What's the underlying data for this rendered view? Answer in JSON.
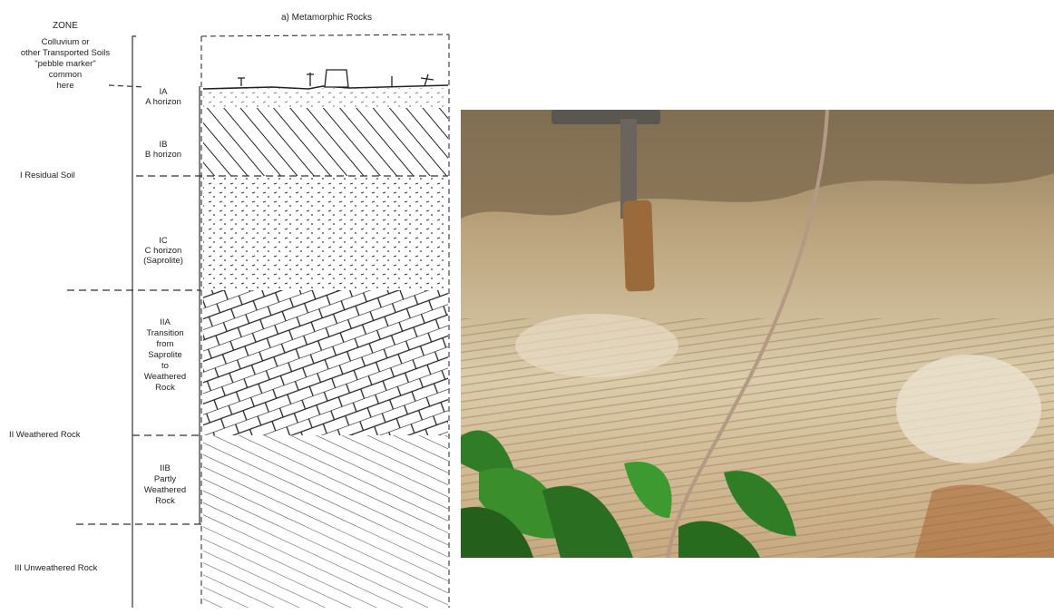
{
  "diagram": {
    "heading": "a) Metamorphic Rocks",
    "zone_header": "ZONE",
    "colluvium_note": [
      "Colluvium or",
      "other Transported Soils",
      "\"pebble marker\"",
      "common",
      "here"
    ],
    "zones": {
      "residual": "I Residual Soil",
      "weathered": "II Weathered Rock",
      "unweathered": "III Unweathered Rock"
    },
    "horizons": {
      "ia": [
        "IA",
        "A horizon"
      ],
      "ib": [
        "IB",
        "B horizon"
      ],
      "ic": [
        "IC",
        "C horizon",
        "(Saprolite)"
      ],
      "iia": [
        "IIA",
        "Transition",
        "from",
        "Saprolite",
        "to",
        "Weathered",
        "Rock"
      ],
      "iib": [
        "IIB",
        "Partly",
        "Weathered",
        "Rock"
      ]
    }
  },
  "photo": {
    "subject": "field-outcrop-photo",
    "colors": {
      "rock": "#d9c7a4",
      "soil": "#8a7252",
      "leaf": "#2f7d27",
      "hammer_handle": "#9b6a3a"
    }
  }
}
